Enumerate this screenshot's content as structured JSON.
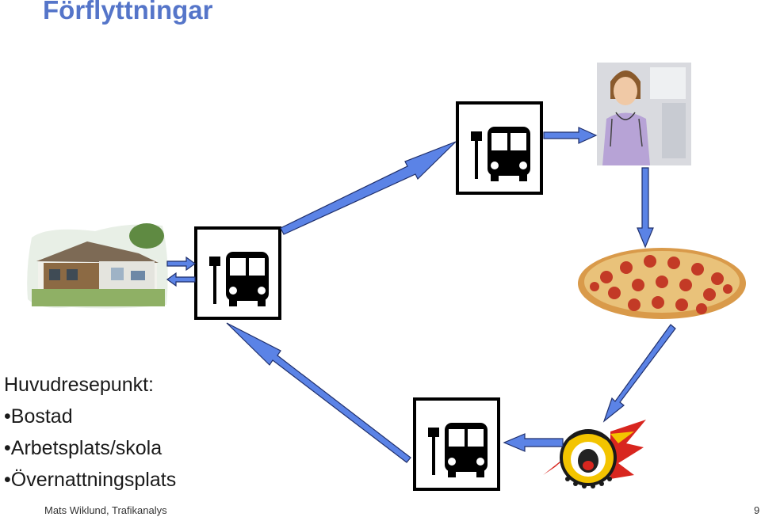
{
  "slide": {
    "title": "Förflyttningar",
    "body": {
      "heading": "Huvudresepunkt:",
      "bullets": [
        "Bostad",
        "Arbetsplats/skola",
        "Övernattningsplats"
      ]
    },
    "footer": {
      "author": "Mats Wiklund, Trafikanalys",
      "page_number": "9"
    }
  },
  "icons": {
    "bus_stop_sign": "bus-stop-icon",
    "house": "house-image",
    "nurse": "nurse-photo",
    "pizza": "pizza-image",
    "hockey_logo": "hockey-logo"
  },
  "colors": {
    "title": "#5575c9",
    "arrow_fill": "#5b83e6",
    "arrow_stroke": "#1f2f6b"
  }
}
